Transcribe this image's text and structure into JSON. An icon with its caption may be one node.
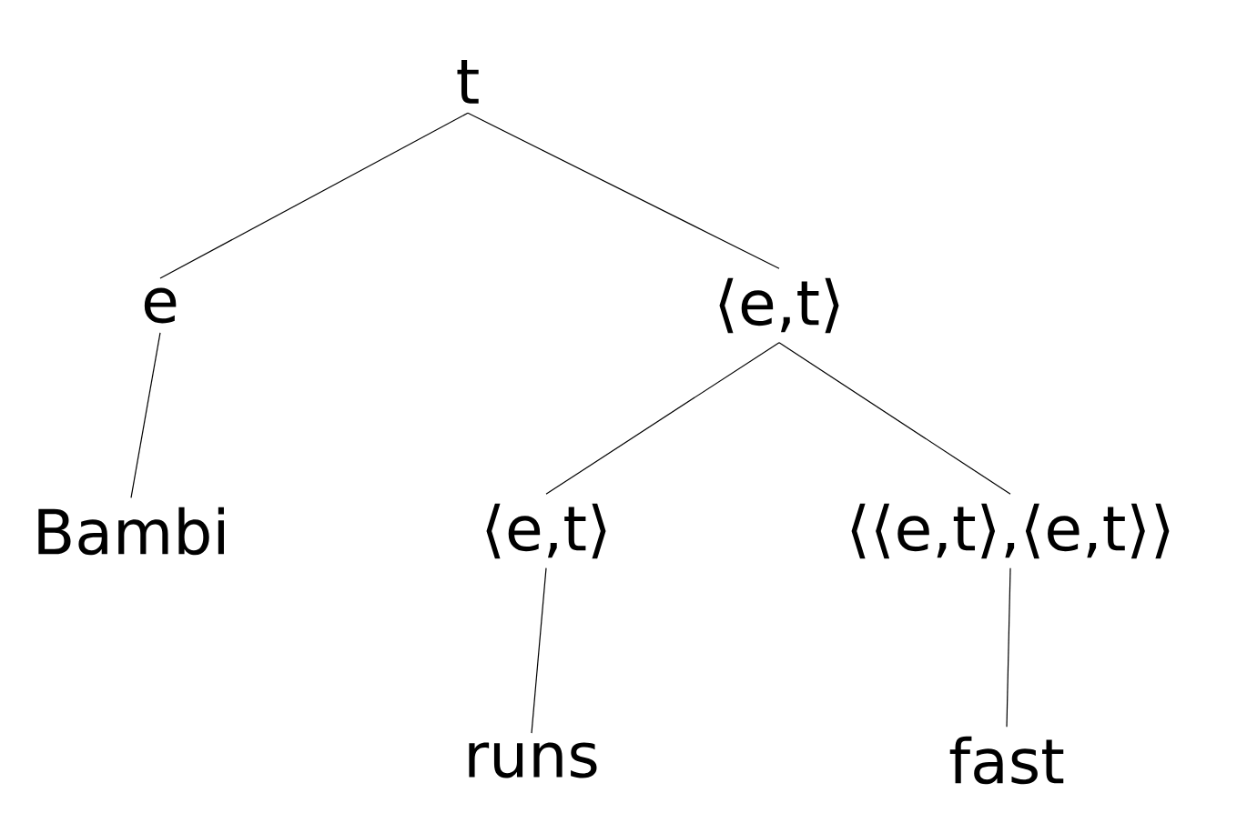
{
  "diagram": {
    "nodes": [
      {
        "text": [
          "t"
        ]
      },
      {
        "text": [
          "e"
        ]
      },
      {
        "text": [
          "⟨e,t⟩"
        ]
      },
      {
        "text": [
          "Bambi"
        ]
      },
      {
        "text": [
          "⟨e,t⟩"
        ]
      },
      {
        "text": [
          "⟨⟨e,t⟩,⟨e,t⟩⟩"
        ]
      },
      {
        "text": [
          "runs"
        ]
      },
      {
        "text": [
          "fast"
        ]
      }
    ],
    "edges": [
      {
        "from": 0,
        "to": 1,
        "arrow": "none"
      },
      {
        "from": 0,
        "to": 2,
        "arrow": "none"
      },
      {
        "from": 1,
        "to": 3,
        "arrow": "none"
      },
      {
        "from": 2,
        "to": 4,
        "arrow": "none"
      },
      {
        "from": 2,
        "to": 5,
        "arrow": "none"
      },
      {
        "from": 4,
        "to": 6,
        "arrow": "none"
      },
      {
        "from": 5,
        "to": 7,
        "arrow": "none"
      }
    ]
  }
}
